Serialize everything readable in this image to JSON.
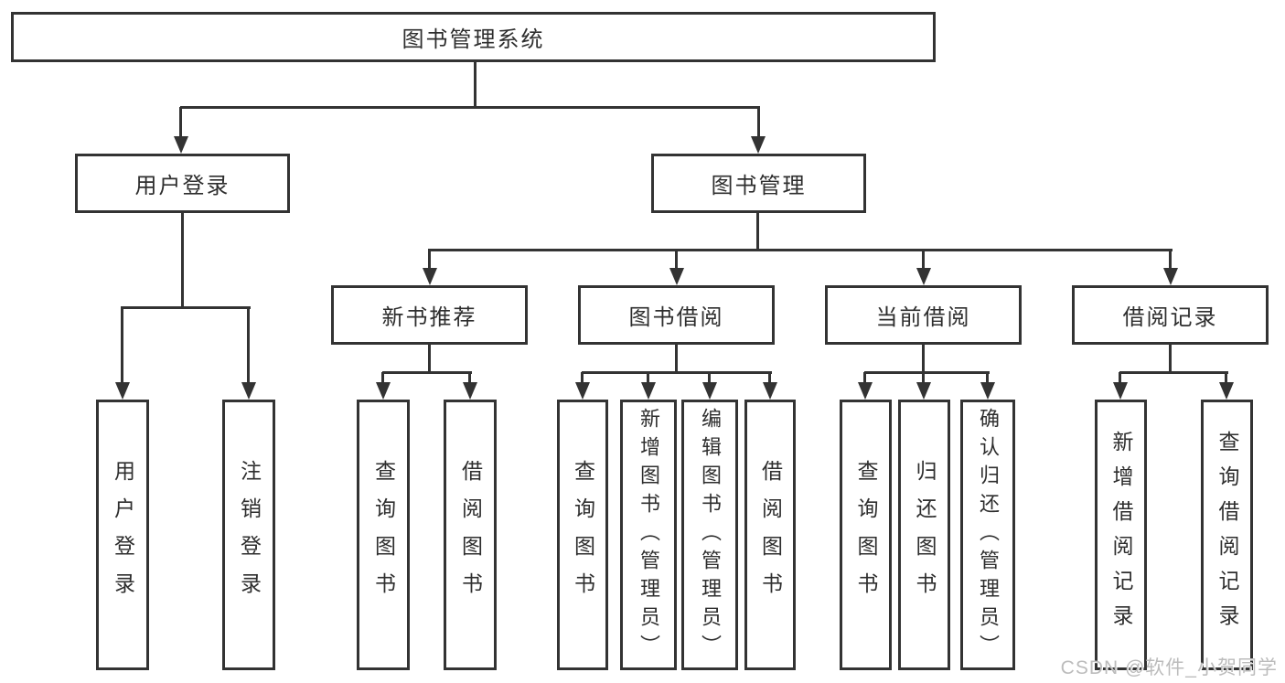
{
  "tree": {
    "root": "图书管理系统",
    "children": [
      {
        "label": "用户登录",
        "children": [
          {
            "label": "用户登录"
          },
          {
            "label": "注销登录"
          }
        ]
      },
      {
        "label": "图书管理",
        "children": [
          {
            "label": "新书推荐",
            "children": [
              {
                "label": "查询图书"
              },
              {
                "label": "借阅图书"
              }
            ]
          },
          {
            "label": "图书借阅",
            "children": [
              {
                "label": "查询图书"
              },
              {
                "label": "新增图书（管理员）"
              },
              {
                "label": "编辑图书（管理员）"
              },
              {
                "label": "借阅图书"
              }
            ]
          },
          {
            "label": "当前借阅",
            "children": [
              {
                "label": "查询图书"
              },
              {
                "label": "归还图书"
              },
              {
                "label": "确认归还（管理员）"
              }
            ]
          },
          {
            "label": "借阅记录",
            "children": [
              {
                "label": "新增借阅记录"
              },
              {
                "label": "查询借阅记录"
              }
            ]
          }
        ]
      }
    ]
  },
  "watermark": "CSDN @软件_小贺同学",
  "colors": {
    "line": "#333333",
    "text": "#2e2e2e",
    "watermark": "#bcbcbc"
  }
}
